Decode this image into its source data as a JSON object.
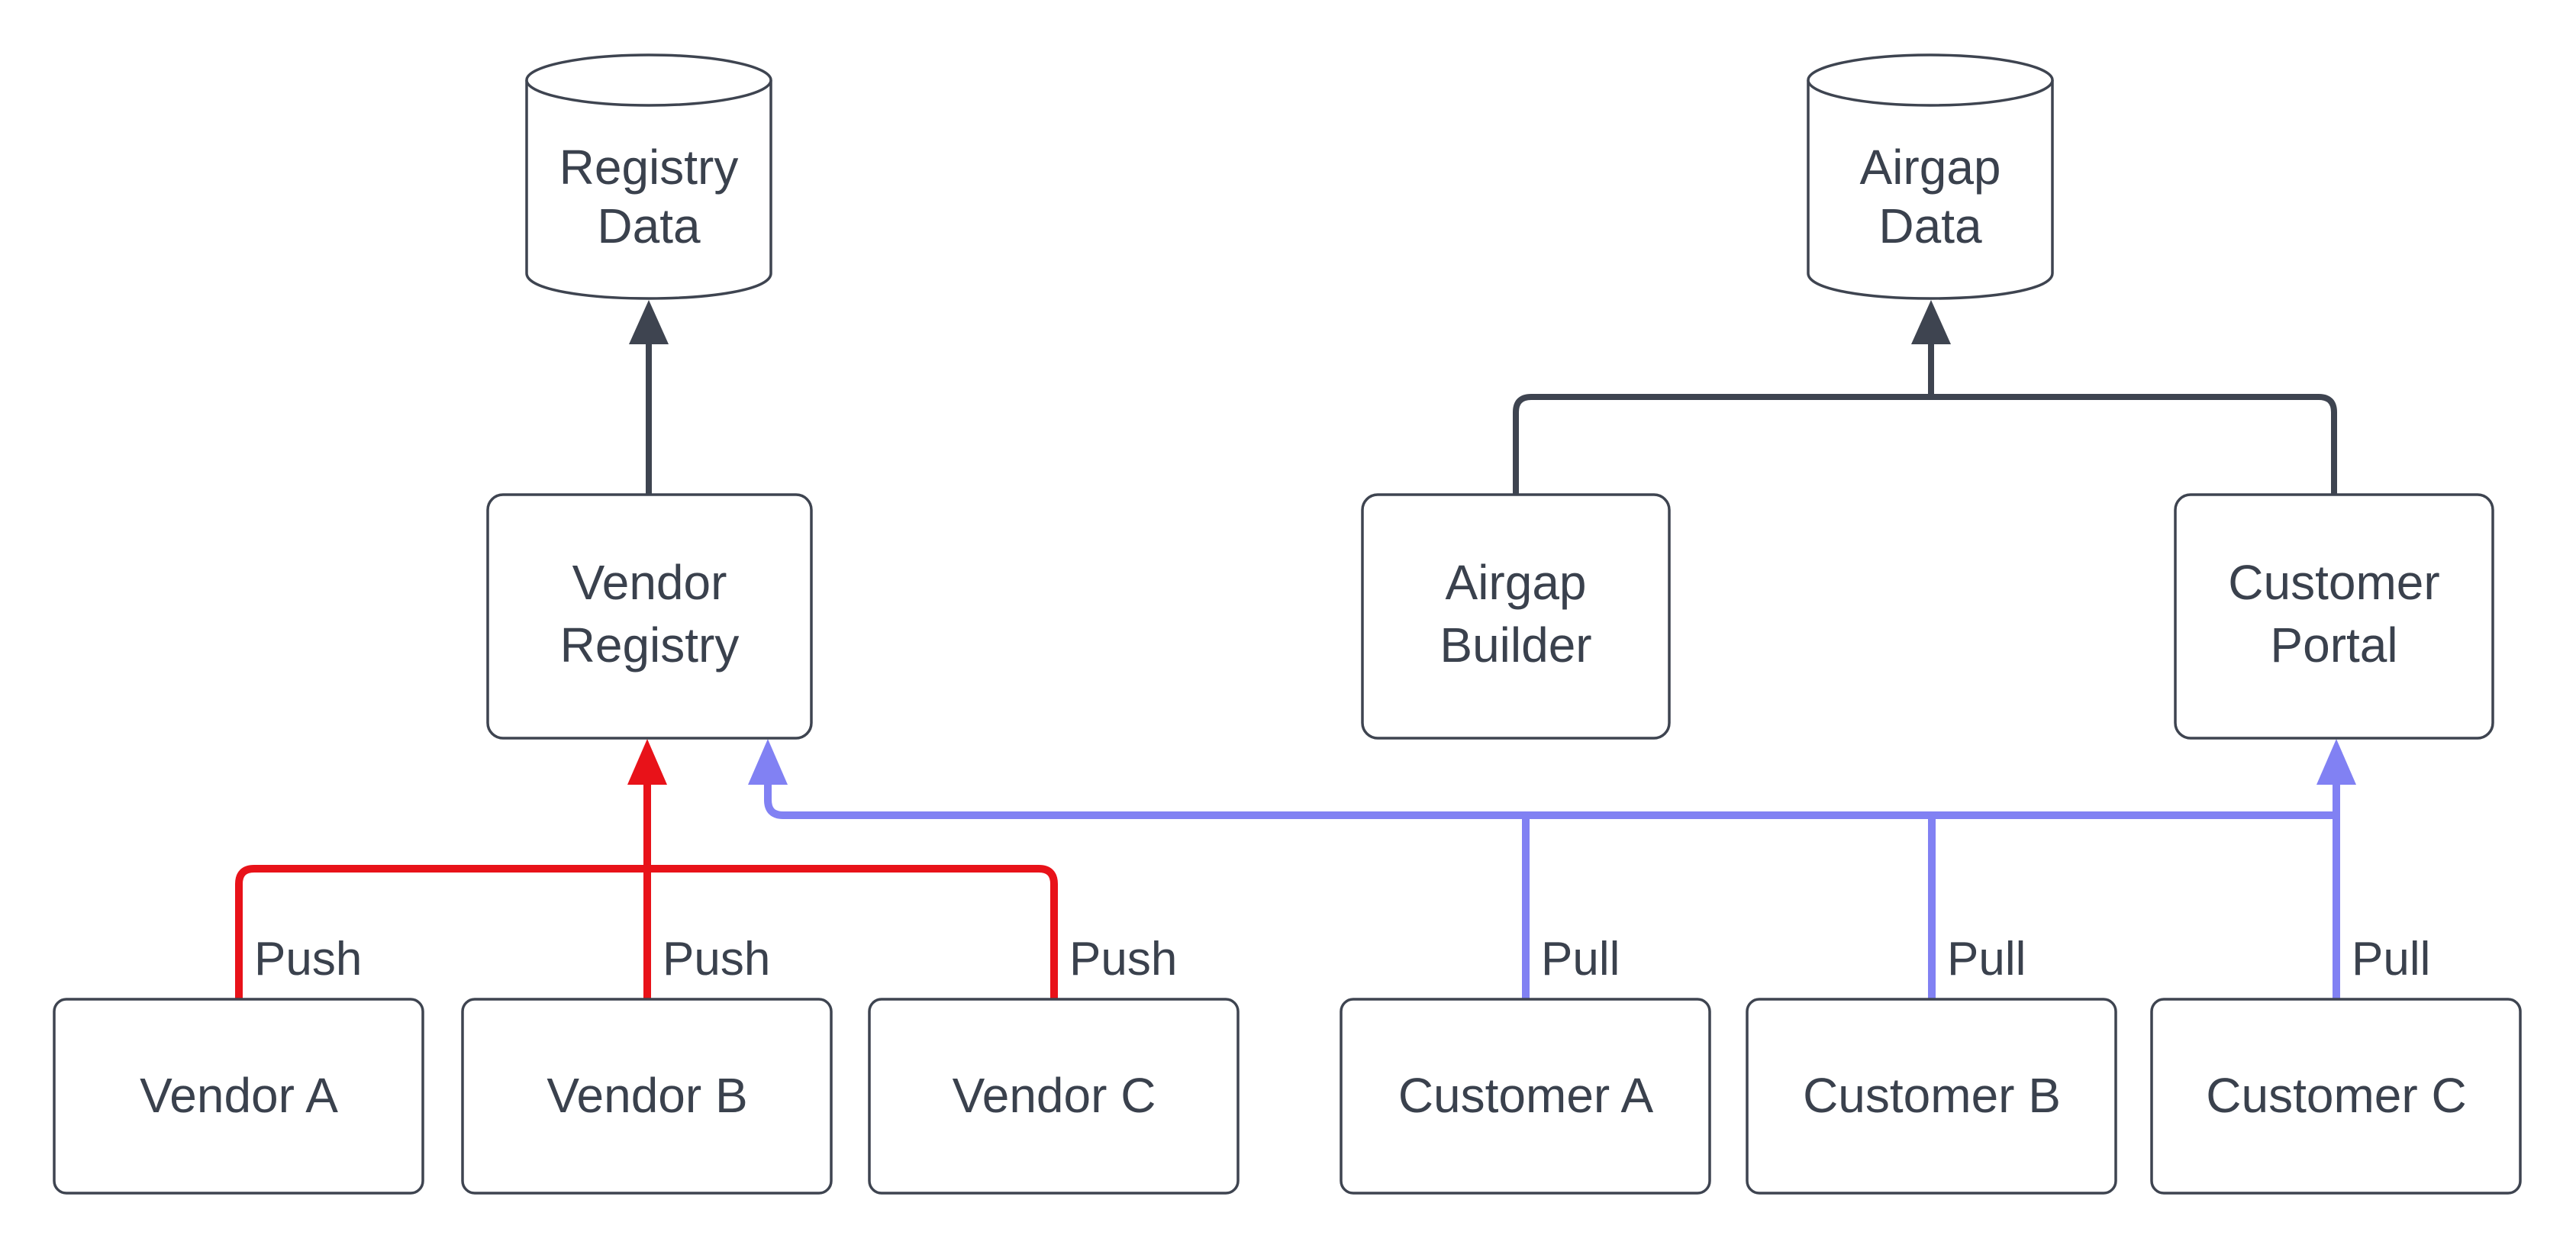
{
  "diagram": {
    "colors": {
      "stroke": "#3e4450",
      "text": "#3a414d",
      "push": "#e81219",
      "pull": "#8181f3",
      "fill": "#ffffff",
      "background": "#ffffff"
    },
    "nodes": {
      "registry_data": {
        "type": "cylinder",
        "line1": "Registry",
        "line2": "Data"
      },
      "airgap_data": {
        "type": "cylinder",
        "line1": "Airgap",
        "line2": "Data"
      },
      "vendor_registry": {
        "type": "box",
        "line1": "Vendor",
        "line2": "Registry"
      },
      "airgap_builder": {
        "type": "box",
        "line1": "Airgap",
        "line2": "Builder"
      },
      "customer_portal": {
        "type": "box",
        "line1": "Customer",
        "line2": "Portal"
      },
      "vendor_a": {
        "type": "box",
        "label": "Vendor A"
      },
      "vendor_b": {
        "type": "box",
        "label": "Vendor B"
      },
      "vendor_c": {
        "type": "box",
        "label": "Vendor C"
      },
      "customer_a": {
        "type": "box",
        "label": "Customer A"
      },
      "customer_b": {
        "type": "box",
        "label": "Customer B"
      },
      "customer_c": {
        "type": "box",
        "label": "Customer C"
      }
    },
    "edge_labels": {
      "push": "Push",
      "pull": "Pull"
    }
  }
}
